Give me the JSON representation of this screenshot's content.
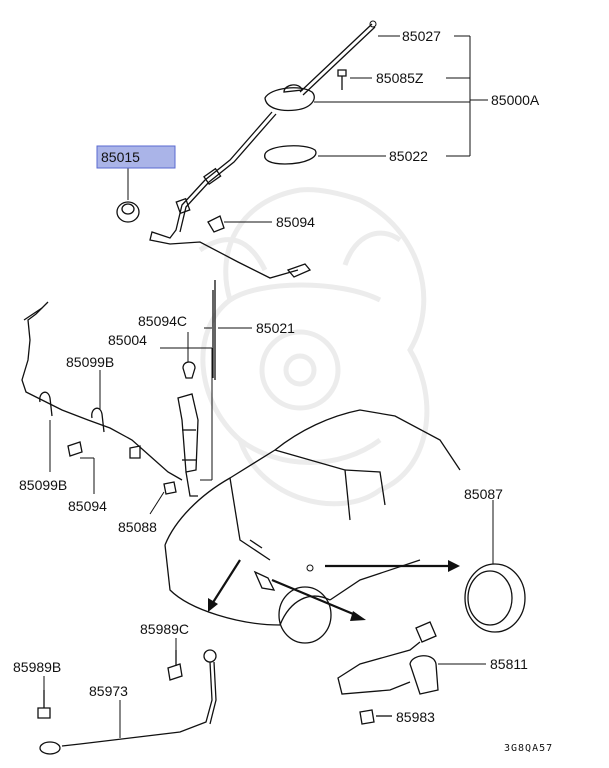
{
  "labels": {
    "p85027": "85027",
    "p85085z": "85085Z",
    "p85000a": "85000A",
    "p85022": "85022",
    "p85015": "85015",
    "p85094_top": "85094",
    "p85094c": "85094C",
    "p85021": "85021",
    "p85004": "85004",
    "p85099b_top": "85099B",
    "p85099b_bottom": "85099B",
    "p85094_bottom": "85094",
    "p85088": "85088",
    "p85087": "85087",
    "p85989c": "85989C",
    "p85989b": "85989B",
    "p85973": "85973",
    "p85811": "85811",
    "p85983": "85983"
  },
  "diagram_code": "3G8QA57",
  "colors": {
    "highlight": "#aab4e8",
    "line": "#111111",
    "watermark": "#ececec"
  }
}
